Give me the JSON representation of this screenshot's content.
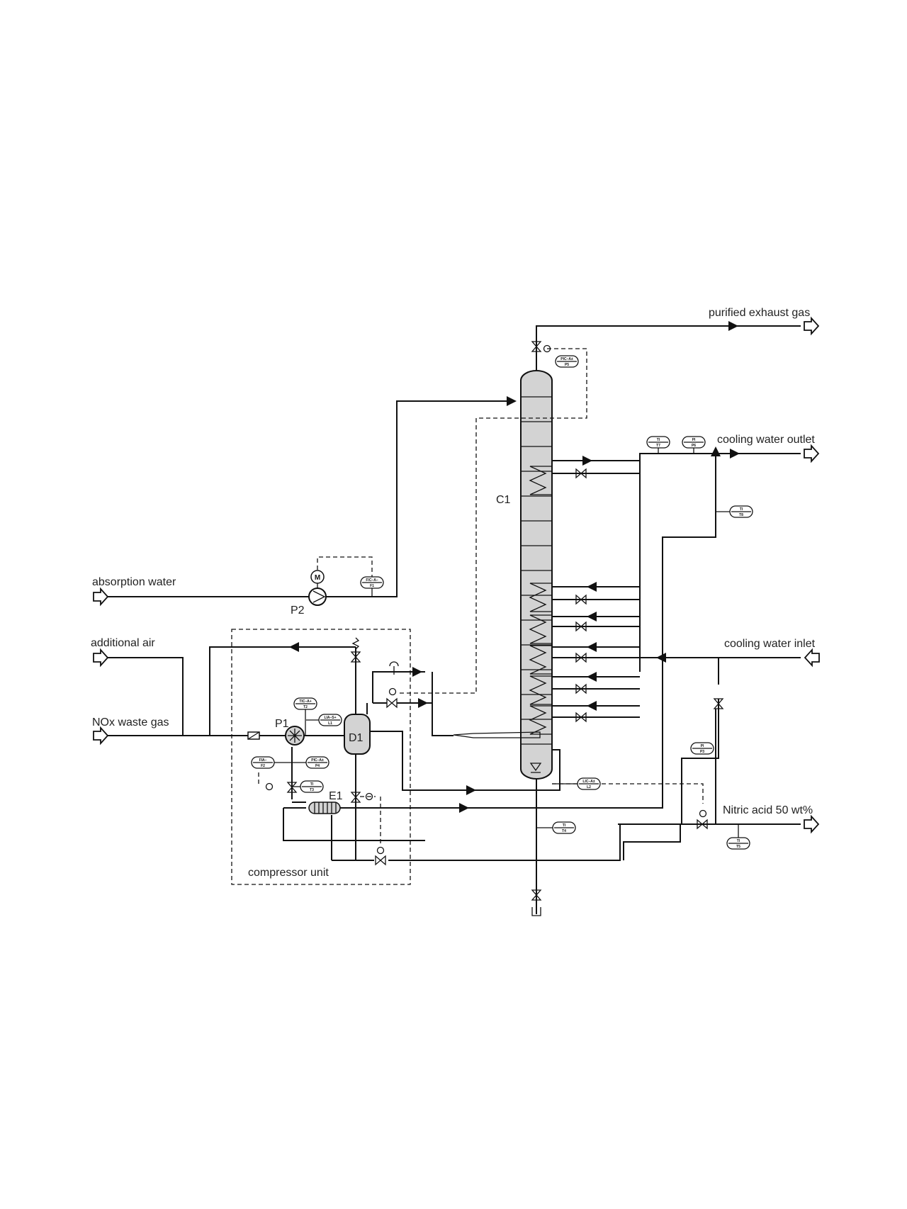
{
  "streams": {
    "purified_exhaust_gas": "purified exhaust gas",
    "cooling_water_outlet": "cooling water outlet",
    "absorption_water": "absorption water",
    "additional_air": "additional air",
    "cooling_water_inlet": "cooling water inlet",
    "nox_waste_gas": "NOx waste gas",
    "nitric_acid": "Nitric acid 50 wt%",
    "compressor_unit": "compressor unit"
  },
  "equipment": {
    "column": "C1",
    "pump": "P2",
    "compressor": "P1",
    "drum": "D1",
    "exchanger": "E1",
    "motor": "M"
  },
  "instruments": {
    "pic_p5": {
      "func": "PIC–A±",
      "num": "P5"
    },
    "ti_t7": {
      "func": "TI",
      "num": "T7"
    },
    "pi_p6": {
      "func": "PI",
      "num": "P6"
    },
    "ti_t8": {
      "func": "TI",
      "num": "T8"
    },
    "fic_f1": {
      "func": "FIC–A–",
      "num": "F1"
    },
    "tic_t2": {
      "func": "TIC–A+",
      "num": "T2"
    },
    "lia_l1": {
      "func": "LIA–S+",
      "num": "L1"
    },
    "fia_f2": {
      "func": "FIA–",
      "num": "F2"
    },
    "pic_p4": {
      "func": "PIC–A±",
      "num": "P4"
    },
    "ti_t3": {
      "func": "TI",
      "num": "T3"
    },
    "pi_p3": {
      "func": "PI",
      "num": "P3"
    },
    "lic_l2": {
      "func": "LIC–A±",
      "num": "L2"
    },
    "ti_t4": {
      "func": "TI",
      "num": "T4"
    },
    "ti_t5": {
      "func": "TI",
      "num": "T5"
    }
  }
}
